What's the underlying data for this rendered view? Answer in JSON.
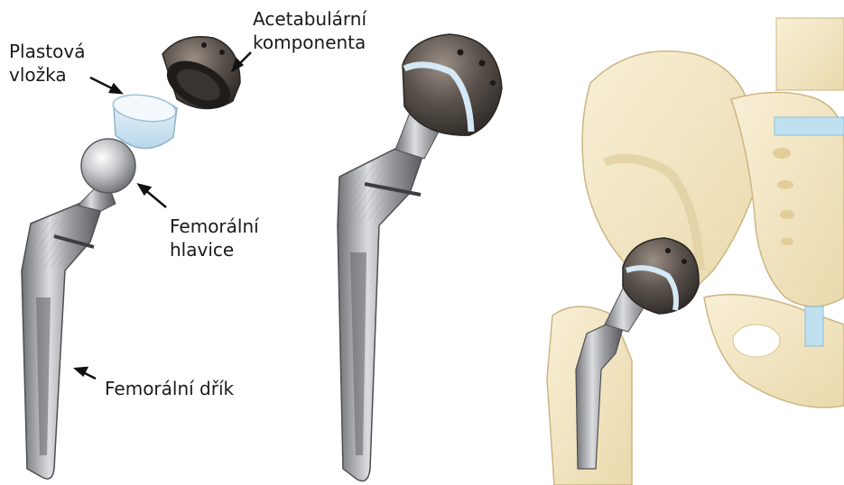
{
  "labels": {
    "acetabular": {
      "line1": "Acetabulární",
      "line2": "komponenta"
    },
    "liner": {
      "line1": "Plastová",
      "line2": "vložka"
    },
    "head": {
      "line1": "Femorální",
      "line2": "hlavice"
    },
    "stem": {
      "line1": "Femorální dřík"
    }
  },
  "colors": {
    "metal_dark": "#4a4440",
    "metal_light": "#c9cbcd",
    "liner_blue": "#cfe4f3",
    "bone": "#f3e6c4",
    "bone_edge": "#d8c28e",
    "cartilage": "#bfe0ef"
  }
}
